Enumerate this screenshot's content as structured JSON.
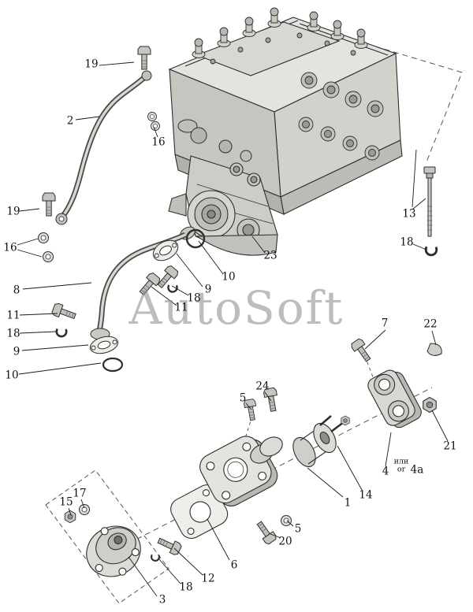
{
  "watermark": "AutoSoft",
  "callouts": {
    "c19_top": "19",
    "c2": "2",
    "c16_top": "16",
    "c19_left": "19",
    "c16_left": "16",
    "c8": "8",
    "c11_left": "11",
    "c18_left": "18",
    "c9_left": "9",
    "c10_left": "10",
    "c18_mid": "18",
    "c11_mid": "11",
    "c9_mid": "9",
    "c10_mid": "10",
    "c23": "23",
    "c13": "13",
    "c18_right": "18",
    "c7": "7",
    "c22": "22",
    "c21": "21",
    "c4": "4",
    "alt_ru": "или",
    "alt_en": "or",
    "c4a": "4a",
    "c14": "14",
    "c1": "1",
    "c24": "24",
    "c5_top": "5",
    "c5_bottom": "5",
    "c20": "20",
    "c17": "17",
    "c15": "15",
    "c18_bottom": "18",
    "c12": "12",
    "c6": "6",
    "c3": "3"
  }
}
